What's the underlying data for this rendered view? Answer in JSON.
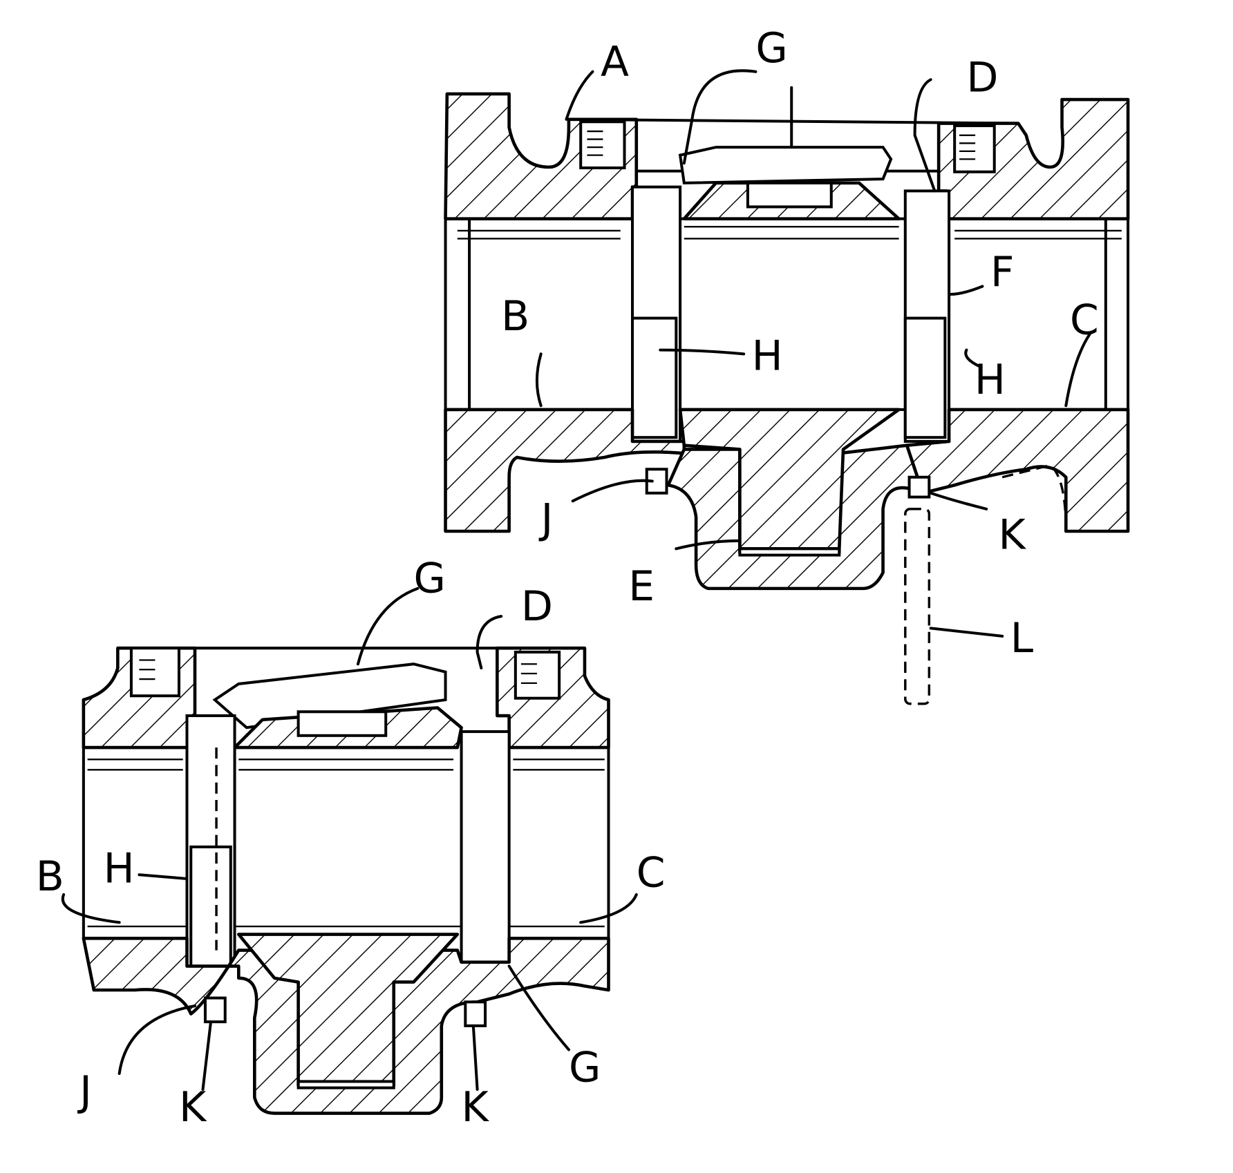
{
  "figure_top": {
    "labels": {
      "a": "A",
      "g": "G",
      "d": "D",
      "b": "B",
      "f": "F",
      "h1": "H",
      "h2": "H",
      "c": "C",
      "j": "J",
      "k": "K",
      "e": "E",
      "l": "L"
    }
  },
  "figure_bottom": {
    "labels": {
      "g_top": "G",
      "d": "D",
      "b": "B",
      "h": "H",
      "c": "C",
      "j": "J",
      "k1": "K",
      "k2": "K",
      "g_bottom": "G"
    }
  }
}
